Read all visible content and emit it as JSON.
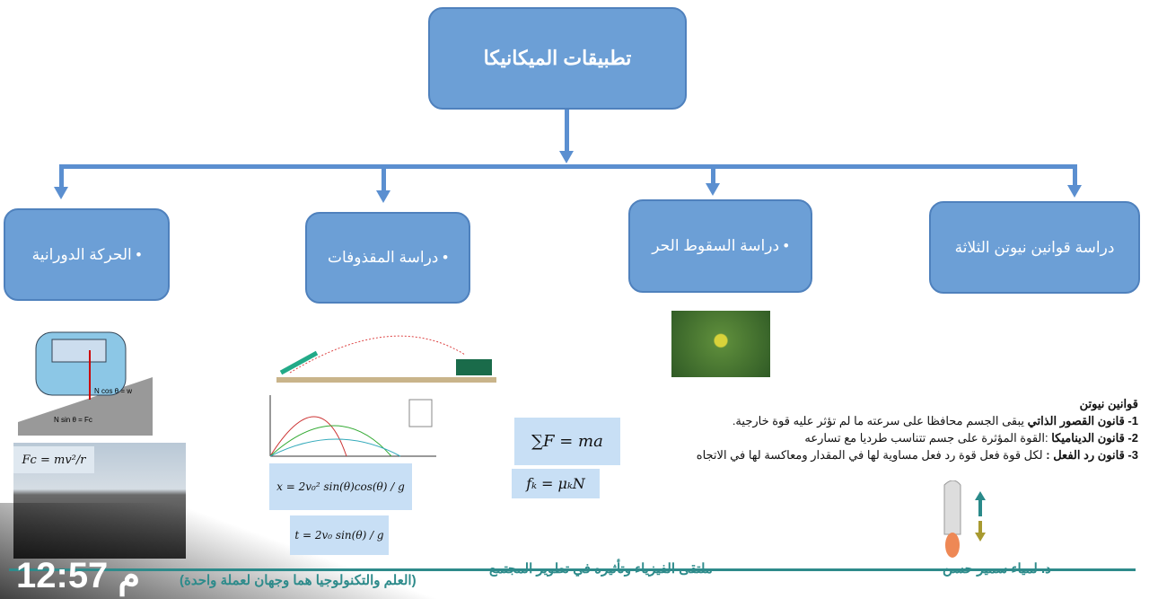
{
  "title": "تطبيقات الميكانيكا",
  "branches": [
    "• الحركة الدورانية",
    "• دراسة المقذوفات",
    "• دراسة السقوط الحر",
    "دراسة قوانين نيوتن الثلاثة"
  ],
  "formulas": {
    "centripetal": "Fc = mv²/r",
    "range": "x = 2v₀² sin(θ)cos(θ) / g",
    "time": "t = 2v₀ sin(θ) / g",
    "newton2": "∑F = ma",
    "friction": "fₖ = μₖN"
  },
  "laws": {
    "heading": "قوانين نيوتن",
    "l1_label": "1- قانون القصور الذاتي",
    "l1_text": " يبقى الجسم محافظا على سرعته ما لم تؤثر عليه قوة خارجية.",
    "l2_label": "2- قانون الديناميكا",
    "l2_text": " :القوة المؤثرة على جسم تتناسب طرديا مع تسارعه",
    "l3_label": "3- قانون رد الفعل :",
    "l3_text": " لكل قوة فعل قوة رد فعل مساوية لها في المقدار ومعاكسة لها في الاتجاه"
  },
  "footer": {
    "author": "د. لمياء سمير حسن",
    "event": "ملتقى الفيزياء وتأثيره في تطوير المجتمع",
    "motto": "(العلم والتكنولوجيا هما وجهان لعملة واحدة)"
  },
  "clock": "12:57 م",
  "colors": {
    "box": "#6c9fd6",
    "footer": "#2e8b8b"
  }
}
